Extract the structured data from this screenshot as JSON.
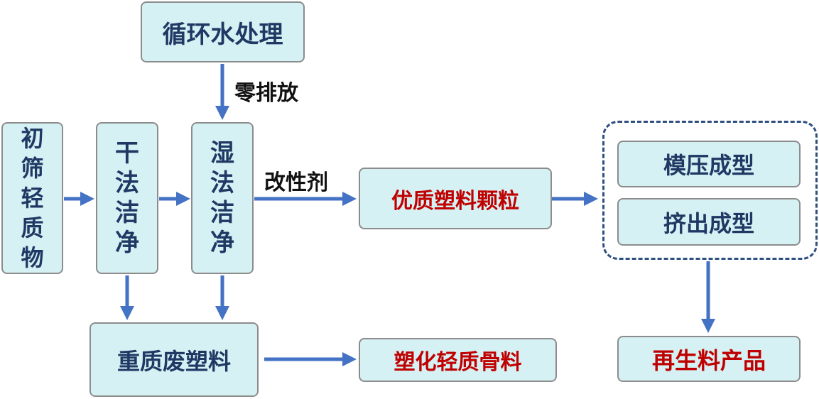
{
  "nodes": {
    "water_treatment": "循环水处理",
    "initial_screening": [
      "初",
      "筛",
      "轻",
      "质",
      "物"
    ],
    "dry_cleaning": [
      "干",
      "法",
      "洁",
      "净"
    ],
    "wet_cleaning": [
      "湿",
      "法",
      "洁",
      "净"
    ],
    "quality_pellets": "优质塑料颗粒",
    "molding": "模压成型",
    "extrusion": "挤出成型",
    "heavy_waste_plastic": "重质废塑料",
    "lightweight_aggregate": "塑化轻质骨料",
    "recycled_products": "再生料产品"
  },
  "labels": {
    "zero_discharge": "零排放",
    "modifier": "改性剂"
  },
  "colors": {
    "box_fill": "#d6f1f3",
    "box_border": "#8c8c8c",
    "text_navy": "#1f3864",
    "text_red": "#c00000",
    "arrow": "#4472c4",
    "dashed_border": "#2f4f7f"
  }
}
